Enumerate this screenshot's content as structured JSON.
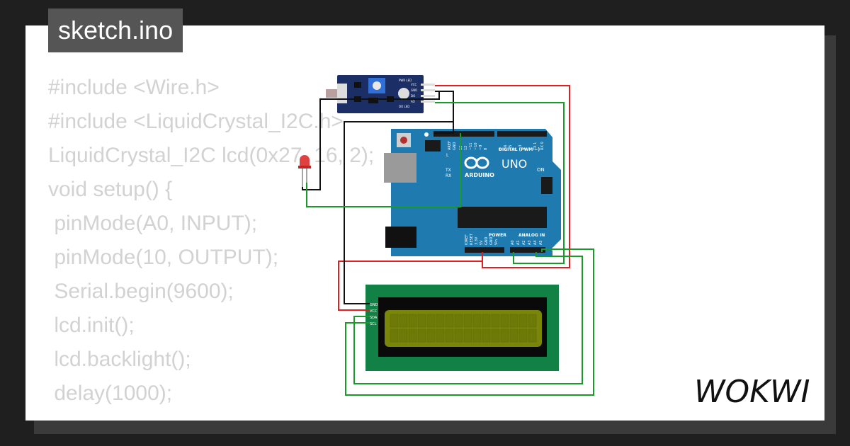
{
  "title": "sketch.ino",
  "code_lines": [
    "#include <Wire.h>",
    "#include <LiquidCrystal_I2C.h>",
    "LiquidCrystal_I2C lcd(0x27, 16, 2);",
    "",
    "void setup() {",
    " pinMode(A0, INPUT);",
    " pinMode(10, OUTPUT);",
    " Serial.begin(9600);",
    " lcd.init();",
    " lcd.backlight();",
    " delay(1000);"
  ],
  "board": {
    "brand": "ARDUINO",
    "model": "UNO",
    "digital_label": "DIGITAL (PWM ~)",
    "analog_label": "ANALOG IN",
    "power_label": "POWER",
    "on_label": "ON",
    "tx_label": "TX",
    "rx_label": "RX",
    "l_label": "L",
    "aref_label": "AREF",
    "gnd_label": "GND",
    "digital_pins": [
      "13",
      "12",
      "~11",
      "~10",
      "~9",
      "8",
      "7",
      "~6",
      "~5",
      "4",
      "~3",
      "2",
      "TX 1",
      "RX 0"
    ],
    "power_pins": [
      "IOREF",
      "RESET",
      "3.3V",
      "5V",
      "GND",
      "GND",
      "Vin"
    ],
    "analog_pins": [
      "A0",
      "A1",
      "A2",
      "A3",
      "A4",
      "A5"
    ]
  },
  "sensor_pins": [
    "VCC",
    "GND",
    "DO",
    "AO"
  ],
  "sensor_leds": [
    "PWR LED",
    "DO LED"
  ],
  "lcd_pins": [
    "GND",
    "VCC",
    "SDA",
    "SCL"
  ],
  "brand_logo": "WOKWI",
  "colors": {
    "background": "#1f1f1f",
    "card": "#ffffff",
    "title_tag": "#555555",
    "code_text": "#d2d2d2",
    "board": "#1f7ab0",
    "lcd_pcb": "#118146",
    "lcd_screen": "#79860a",
    "sensor_pcb": "#1b2e66",
    "wire_red": "#e02020",
    "wire_green": "#1a9a2a",
    "wire_black": "#111111"
  }
}
